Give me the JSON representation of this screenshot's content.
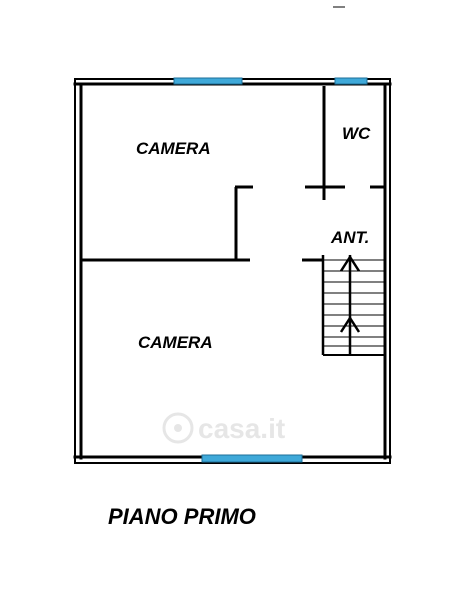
{
  "rooms": {
    "camera_upper": "CAMERA",
    "wc": "WC",
    "camera_lower": "CAMERA",
    "anteroom": "ANT."
  },
  "watermark": {
    "text": "casa.it"
  },
  "floor": {
    "title": "PIANO PRIMO"
  },
  "colors": {
    "wall": "#000000",
    "window": "#3fa9d9"
  }
}
